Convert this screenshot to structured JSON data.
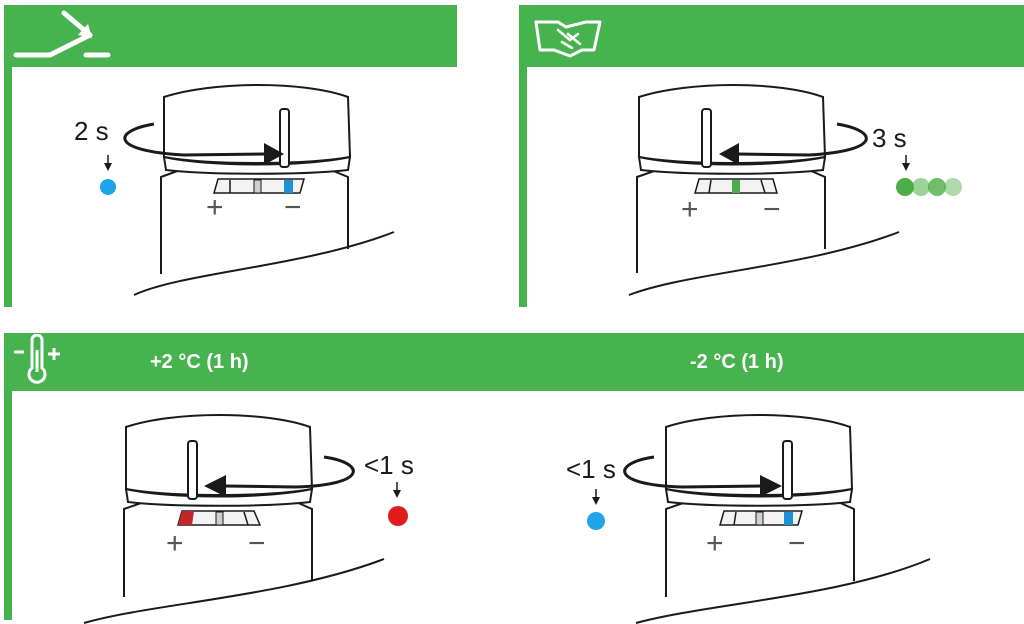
{
  "colors": {
    "band": "#46b34f",
    "led_blue": "#1ea4ea",
    "led_green": "#4cae46",
    "led_red": "#e01b1b",
    "marker_red": "#c0262a",
    "marker_blue": "#1f8fd6",
    "marker_green": "#4cae46"
  },
  "panels": {
    "reset": {
      "icon": "press-switch-icon",
      "duration": "2 s",
      "led": "blue",
      "rotation": "clockwise",
      "plus": "+",
      "minus": "−"
    },
    "pairing": {
      "icon": "handshake-icon",
      "duration": "3 s",
      "led": "green-blinking",
      "rotation": "counterclockwise",
      "plus": "+",
      "minus": "−"
    },
    "boost": {
      "icon": "thermometer-plus-minus-icon",
      "increase_title": "+2 °C (1 h)",
      "decrease_title": "-2 °C (1 h)",
      "increase_duration": "<1 s",
      "decrease_duration": "<1 s",
      "increase_led": "red",
      "decrease_led": "blue",
      "plus": "+",
      "minus": "−"
    }
  }
}
